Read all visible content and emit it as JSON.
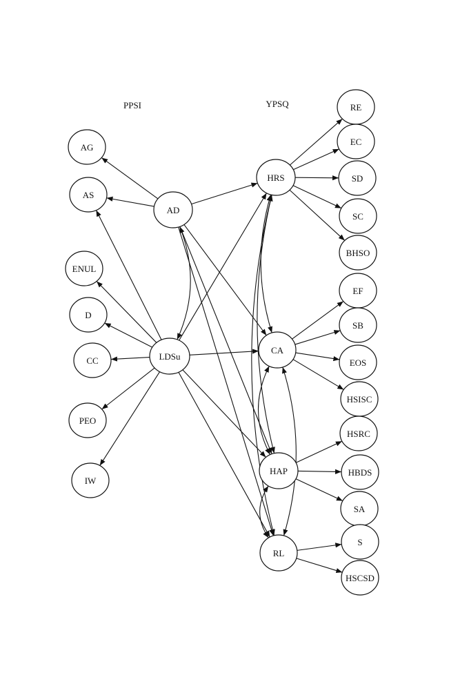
{
  "groups": {
    "left": "PPSI",
    "right": "YPSQ"
  },
  "nodes": {
    "AG": "AG",
    "AS": "AS",
    "ENUL": "ENUL",
    "D": "D",
    "CC": "CC",
    "PEO": "PEO",
    "IW": "IW",
    "AD": "AD",
    "LDSu": "LDSu",
    "HRS": "HRS",
    "CA": "CA",
    "HAP": "HAP",
    "RL": "RL",
    "RE": "RE",
    "EC": "EC",
    "SD": "SD",
    "SC": "SC",
    "BHSO": "BHSO",
    "EF": "EF",
    "SB": "SB",
    "EOS": "EOS",
    "HSISC": "HSISC",
    "HSRC": "HSRC",
    "HBDS": "HBDS",
    "SA": "SA",
    "S": "S",
    "HSCSD": "HSCSD"
  },
  "edges": [
    {
      "from": "AD",
      "to": "AG"
    },
    {
      "from": "AD",
      "to": "AS"
    },
    {
      "from": "AD",
      "to": "HRS"
    },
    {
      "from": "AD",
      "to": "CA"
    },
    {
      "from": "AD",
      "to": "HAP"
    },
    {
      "from": "AD",
      "to": "RL"
    },
    {
      "from": "AD",
      "to": "LDSu",
      "bidirectional": true,
      "curved": true
    },
    {
      "from": "LDSu",
      "to": "AS"
    },
    {
      "from": "LDSu",
      "to": "ENUL"
    },
    {
      "from": "LDSu",
      "to": "D"
    },
    {
      "from": "LDSu",
      "to": "CC"
    },
    {
      "from": "LDSu",
      "to": "PEO"
    },
    {
      "from": "LDSu",
      "to": "IW"
    },
    {
      "from": "LDSu",
      "to": "HRS"
    },
    {
      "from": "LDSu",
      "to": "CA"
    },
    {
      "from": "LDSu",
      "to": "HAP"
    },
    {
      "from": "LDSu",
      "to": "RL"
    },
    {
      "from": "HRS",
      "to": "RE"
    },
    {
      "from": "HRS",
      "to": "EC"
    },
    {
      "from": "HRS",
      "to": "SD"
    },
    {
      "from": "HRS",
      "to": "SC"
    },
    {
      "from": "HRS",
      "to": "BHSO"
    },
    {
      "from": "CA",
      "to": "EF"
    },
    {
      "from": "CA",
      "to": "SB"
    },
    {
      "from": "CA",
      "to": "EOS"
    },
    {
      "from": "CA",
      "to": "HSISC"
    },
    {
      "from": "HAP",
      "to": "HSRC"
    },
    {
      "from": "HAP",
      "to": "HBDS"
    },
    {
      "from": "HAP",
      "to": "SA"
    },
    {
      "from": "RL",
      "to": "S"
    },
    {
      "from": "RL",
      "to": "HSCSD"
    },
    {
      "from": "HRS",
      "to": "CA",
      "bidirectional": true,
      "curved": true
    },
    {
      "from": "HRS",
      "to": "HAP",
      "bidirectional": true,
      "curved": true
    },
    {
      "from": "HRS",
      "to": "RL",
      "bidirectional": true,
      "curved": true
    },
    {
      "from": "CA",
      "to": "HAP",
      "bidirectional": true,
      "curved": true
    },
    {
      "from": "CA",
      "to": "RL",
      "bidirectional": true,
      "curved": true
    },
    {
      "from": "HAP",
      "to": "RL",
      "bidirectional": true,
      "curved": true
    }
  ]
}
